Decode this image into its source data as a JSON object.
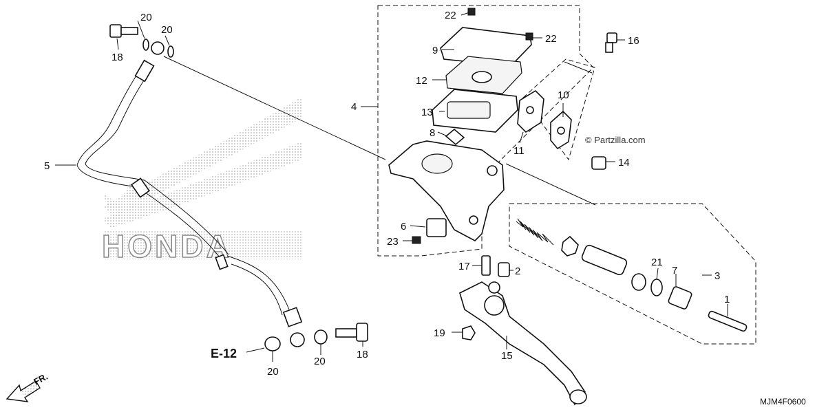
{
  "callouts": {
    "c22a": "22",
    "c22b": "22",
    "c9": "9",
    "c12": "12",
    "c13": "13",
    "c8": "8",
    "c4": "4",
    "c16": "16",
    "c10": "10",
    "c11": "11",
    "c14": "14",
    "c6": "6",
    "c23": "23",
    "c17": "17",
    "c2": "2",
    "c21": "21",
    "c7": "7",
    "c3": "3",
    "c1": "1",
    "c19": "19",
    "c15": "15",
    "c5": "5",
    "c18a": "18",
    "c18b": "18",
    "c20a": "20",
    "c20b": "20",
    "c20c": "20",
    "c20d": "20"
  },
  "ref_label": "E-12",
  "watermark": "© Partzilla.com",
  "direction": "FR.",
  "diagram_code": "MJM4F0600",
  "brand_watermark": "HONDA",
  "colors": {
    "ink": "#111111",
    "watermark": "#bdbdbd"
  }
}
